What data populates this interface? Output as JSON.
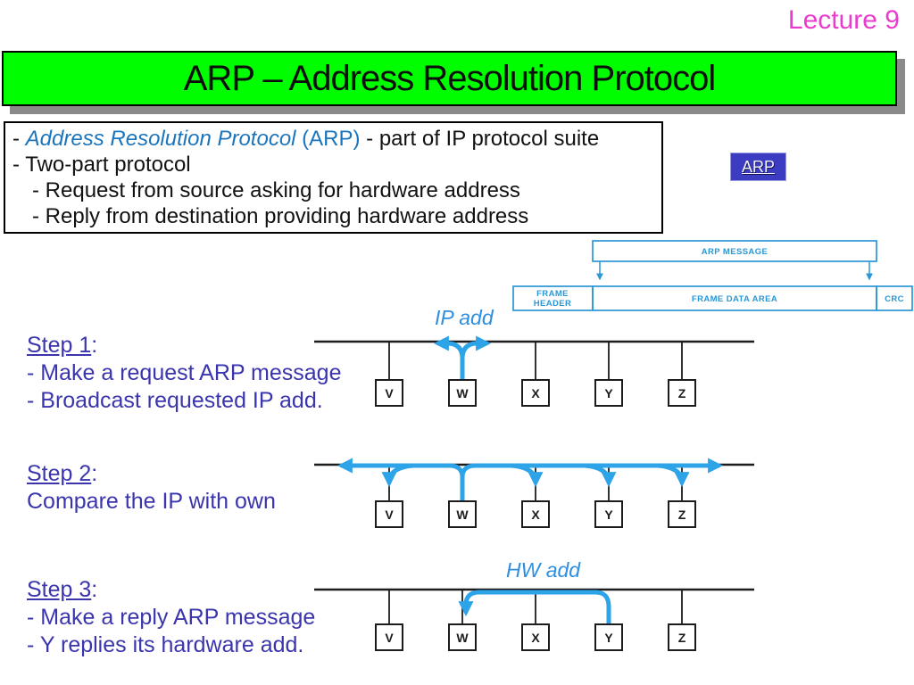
{
  "lecture_label": "Lecture 9",
  "title_banner": {
    "text": "ARP – Address Resolution Protocol"
  },
  "intro_box": {
    "line1_dash": "- ",
    "line1_term": "Address Resolution Protocol",
    "line1_arp": " (ARP)",
    "line1_rest": " - part of IP protocol suite",
    "line2": "- Two-part protocol",
    "line3": "- Request from source asking for hardware address",
    "line4": "- Reply from destination providing hardware address"
  },
  "arp_badge": {
    "label": "ARP"
  },
  "frame_diagram": {
    "arp_message": "ARP MESSAGE",
    "frame_header_l1": "FRAME",
    "frame_header_l2": "HEADER",
    "frame_data_area": "FRAME DATA AREA",
    "crc": "CRC"
  },
  "network": {
    "nodes": [
      "V",
      "W",
      "X",
      "Y",
      "Z"
    ],
    "ip_add_label": "IP add",
    "hw_add_label": "HW add"
  },
  "steps": [
    {
      "title": "Step 1",
      "colon": ":",
      "lines": [
        "- Make a request ARP message",
        "- Broadcast requested IP add."
      ]
    },
    {
      "title": "Step 2",
      "colon": ":",
      "lines": [
        "Compare the IP with own"
      ]
    },
    {
      "title": "Step 3",
      "colon": ":",
      "lines": [
        "- Make a reply ARP message",
        "- Y replies its hardware add."
      ]
    }
  ],
  "colors": {
    "lecture_pink": "#e93ccf",
    "banner_green": "#00fe00",
    "banner_shadow_gray": "#8a8a8a",
    "intro_blue": "#1b75bc",
    "step_blue": "#3a35ad",
    "arrow_blue": "#2da3e8",
    "frame_blue": "#2b97d3",
    "label_blue": "#2e8fe0",
    "badge_bg": "#3c3cc2"
  }
}
